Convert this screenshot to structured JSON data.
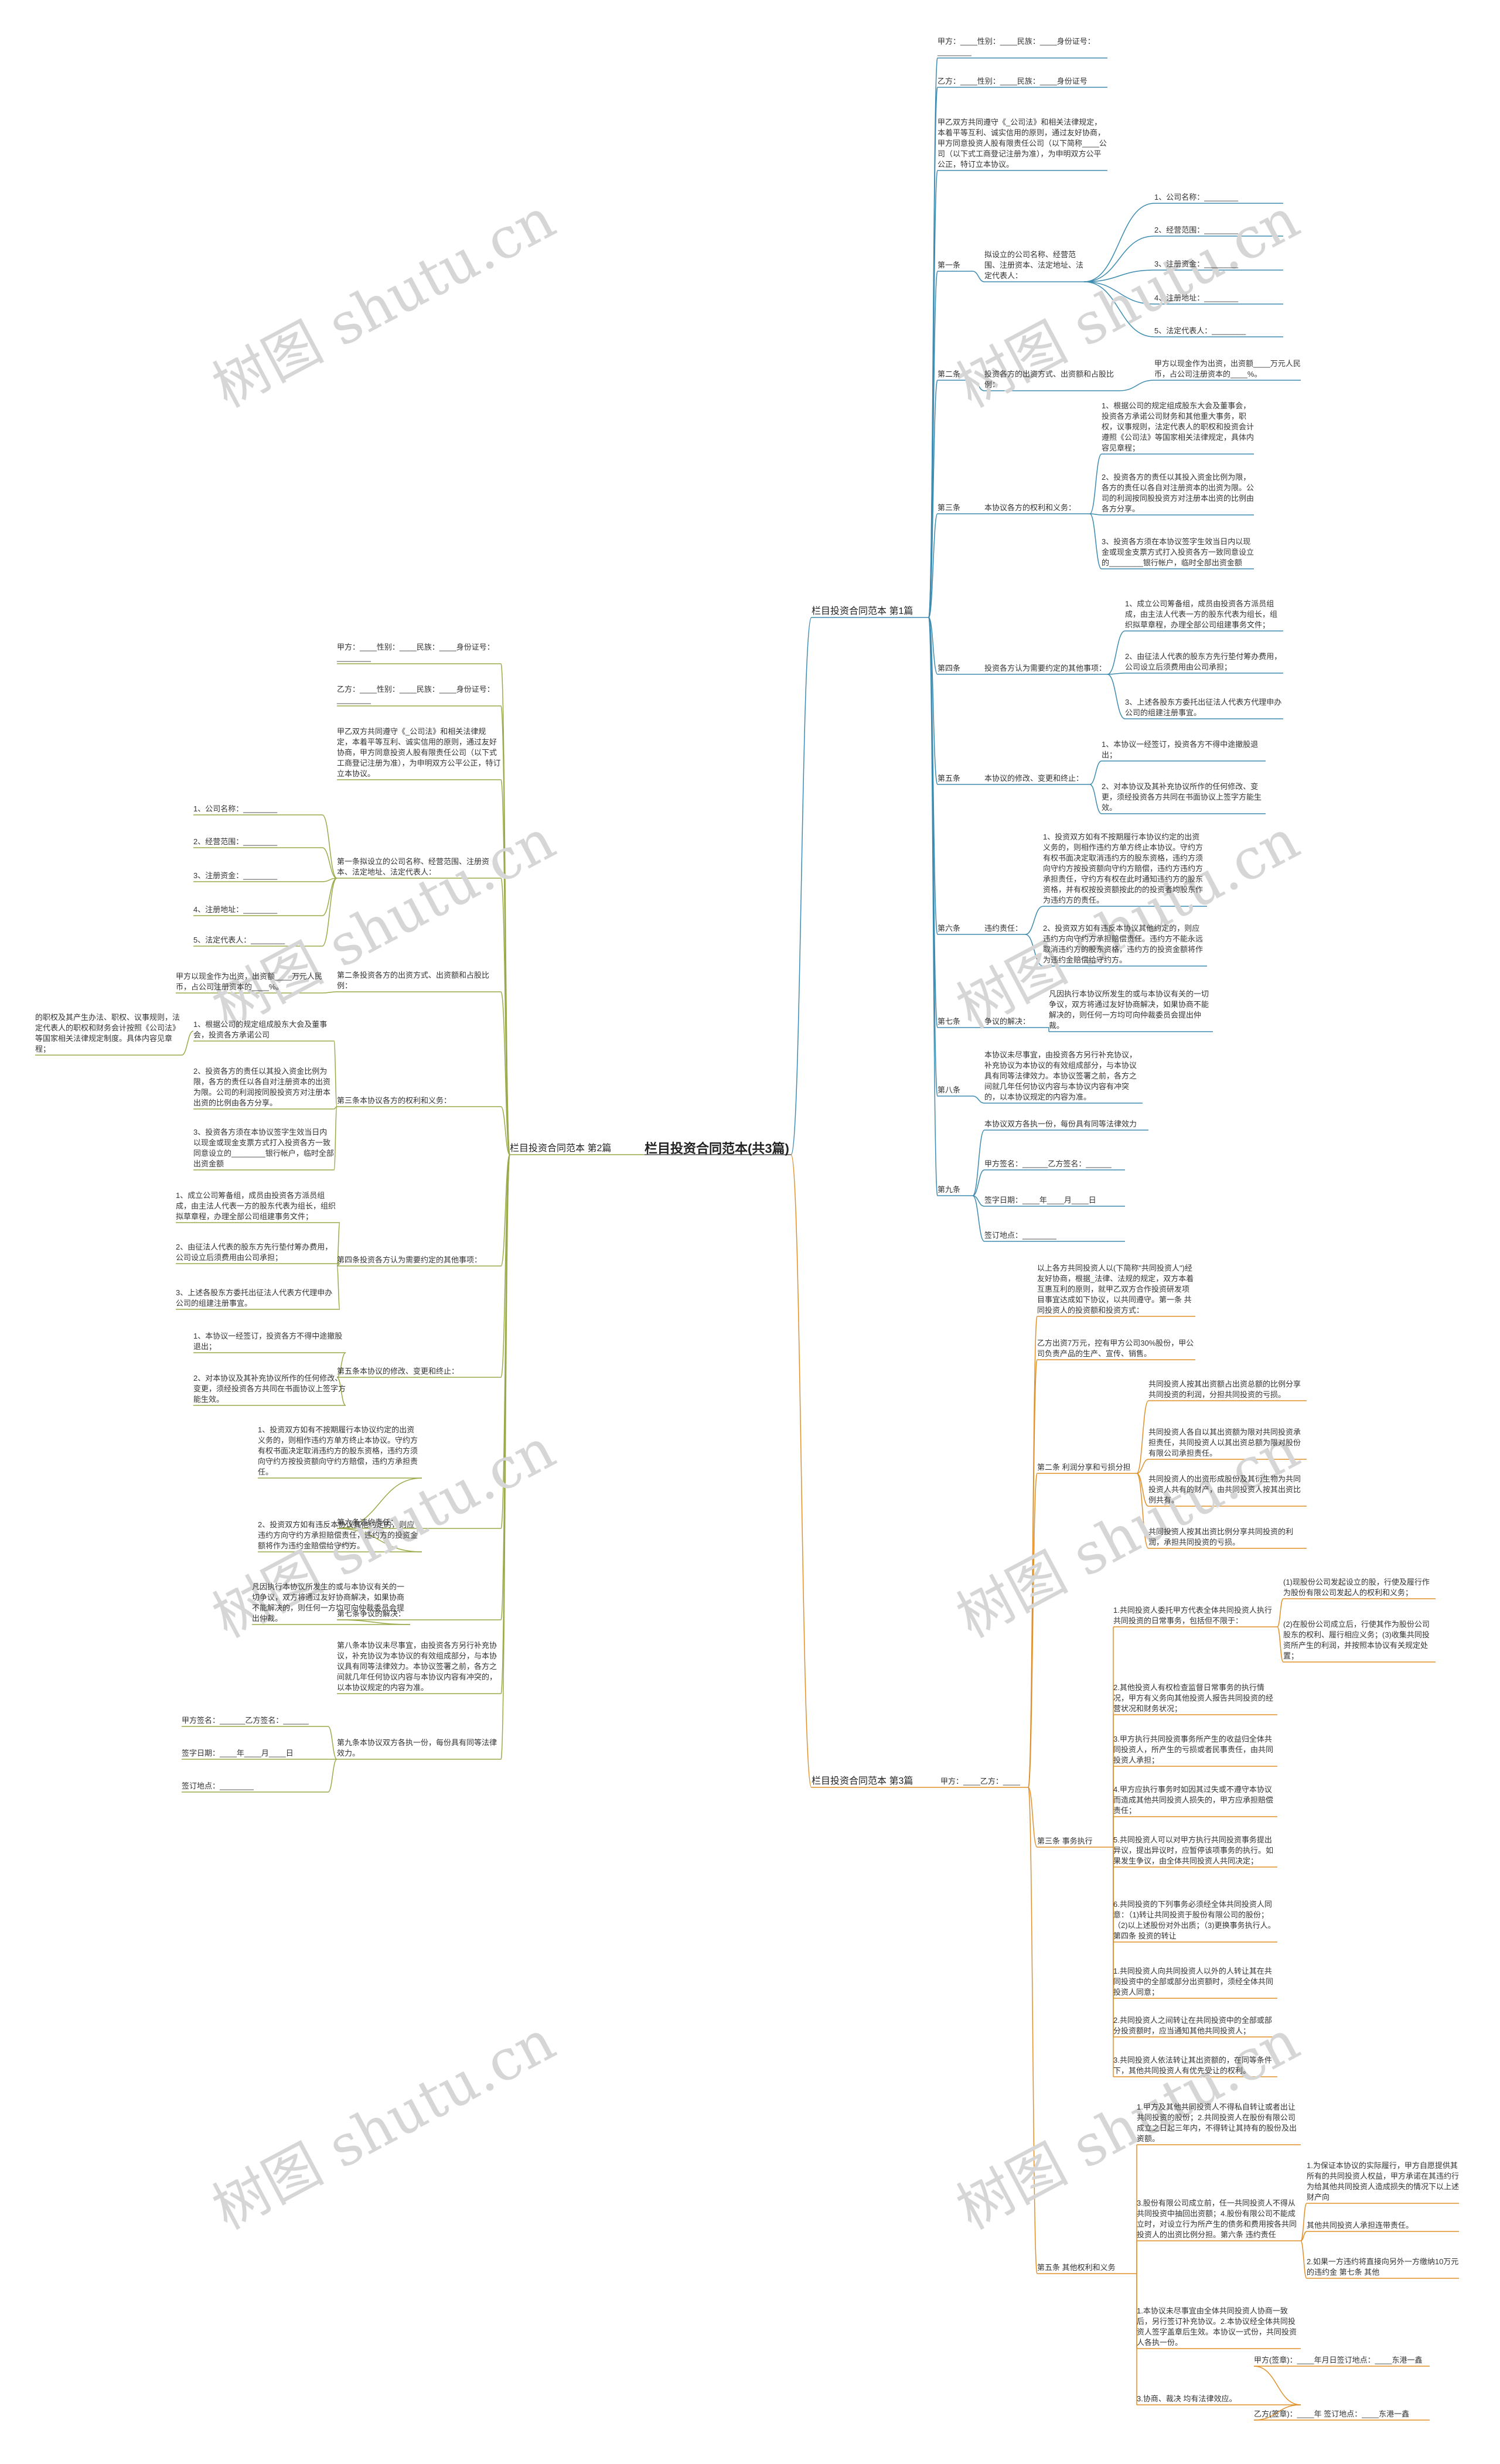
{
  "colors": {
    "branch1": "#3d8bb0",
    "branch2": "#9aaa4a",
    "branch3": "#e0902a",
    "root_line": "#555555"
  },
  "watermark": "树图 shutu.cn",
  "root": "栏目投资合同范本(共3篇)",
  "branches": {
    "b1": {
      "label": "栏目投资合同范本 第1篇",
      "party_a": "甲方：____性别：____民族：____身份证号：________",
      "party_b": "乙方：____性别：____民族：____身份证号",
      "preamble": "甲乙双方共同遵守《_公司法》和相关法律规定，本着平等互利、诚实信用的原则，通过友好协商，甲方同意投资人股有限责任公司（以下简称____公司（以下式工商登记注册为准），为申明双方公平公正，特订立本协议。",
      "a1": {
        "label": "第一条",
        "text": "拟设立的公司名称、经营范围、注册资本、法定地址、法定代表人：",
        "items": [
          "1、公司名称：________",
          "2、经营范围：________",
          "3、注册资金：________",
          "4、注册地址：________",
          "5、法定代表人：________"
        ]
      },
      "a2": {
        "label": "第二条",
        "text": "投资各方的出资方式、出资额和占股比例：",
        "detail": "甲方以现金作为出资，出资额____万元人民币，占公司注册资本的____%。"
      },
      "a3": {
        "label": "第三条",
        "text": "本协议各方的权利和义务：",
        "items": [
          "1、根据公司的规定组成股东大会及董事会，投资各方承诺公司财务和其他重大事务，职权，议事规则，法定代表人的职权和投资会计遵照《公司法》等国家相关法律规定，具体内容见章程；",
          "2、投资各方的责任以其投入资金比例为限，各方的责任以各自对注册资本的出资为限。公司的利润按同股投资方对注册本出资的比例由各方分享。",
          "3、投资各方须在本协议签字生效当日内以现金或现金支票方式打入投资各方一致同意设立的________银行帐户，临时全部出资金额"
        ]
      },
      "a4": {
        "label": "第四条",
        "text": "投资各方认为需要约定的其他事项：",
        "items": [
          "1、成立公司筹备组，成员由投资各方派员组成，由主法人代表一方的股东代表为组长，组织拟草章程，办理全部公司组建事务文件；",
          "2、由征法人代表的股东方先行垫付筹办费用，公司设立后须费用由公司承担；",
          "3、上述各股东方委托出征法人代表方代理申办公司的组建注册事宜。"
        ]
      },
      "a5": {
        "label": "第五条",
        "text": "本协议的修改、变更和终止：",
        "items": [
          "1、本协议一经签订，投资各方不得中途撤股退出；",
          "2、对本协议及其补充协议所作的任何修改、变更，须经投资各方共同在书面协议上签字方能生效。"
        ]
      },
      "a6": {
        "label": "第六条",
        "text": "违约责任：",
        "items": [
          "1、投资双方如有不按期履行本协议约定的出资义务的，则相作违约方单方终止本协议。守约方有权书面决定取消违约方的股东资格，违约方须向守约方按投资额向守约方赔偿，违约方违约方承担责任，守约方有权在此时通知违约方的股东资格，并有权按投资额按此的的投资者均股东作为违约方的责任。",
          "2、投资双方如有违反本协议其他约定的，则应违约方向守约方承担赔偿责任。违约方不能永远取消违约方的股东资格，违约方的投资金额将作为违约金赔偿给守约方。"
        ]
      },
      "a7": {
        "label": "第七条",
        "text": "争议的解决：",
        "detail": "凡因执行本协议所发生的或与本协议有关的一切争议，双方将通过友好协商解决，如果协商不能解决的，则任何一方均可向仲裁委员会提出仲裁。"
      },
      "a8": {
        "label": "第八条",
        "text": "本协议未尽事宜，由投资各方另行补充协议，补充协议为本协议的有效组成部分，与本协议具有同等法律效力。本协议签署之前，各方之间就几年任何协议内容与本协议内容有冲突的，以本协议规定的内容为准。"
      },
      "a9": {
        "label": "第九条",
        "text": "本协议双方各执一份，每份具有同等法律效力",
        "items": [
          "甲方签名：______乙方签名：______",
          "签字日期：____年____月____日",
          "签订地点：________"
        ]
      }
    },
    "b2": {
      "label": "栏目投资合同范本 第2篇",
      "party_a": "甲方：____性别：____民族：____身份证号：________",
      "party_b": "乙方：____性别：____民族：____身份证号：________",
      "preamble": "甲乙双方共同遵守《_公司法》和相关法律规定，本着平等互利、诚实信用的原则，通过友好协商，甲方同意投资人股有限责任公司（以下式工商登记注册为准），为申明双方公平公正，特订立本协议。",
      "a1": {
        "text": "第一条拟设立的公司名称、经营范围、注册资本、法定地址、法定代表人：",
        "items": [
          "1、公司名称：________",
          "2、经营范围：________",
          "3、注册资金：________",
          "4、注册地址：________",
          "5、法定代表人：________"
        ]
      },
      "a2": {
        "text": "第二条投资各方的出资方式、出资额和占股比例：",
        "detail": "甲方以现金作为出资，出资额____万元人民币，占公司注册资本的____%。"
      },
      "a3": {
        "text": "第三条本协议各方的权利和义务：",
        "items": [
          "1、根据公司的规定组成股东大会及董事会，投资各方承诺公司",
          "2、投资各方的责任以其投入资金比例为限，各方的责任以各自对注册资本的出资为限。公司的利润按同股投资方对注册本出资的比例由各方分享。",
          "3、投资各方须在本协议签字生效当日内以现金或现金支票方式打入投资各方一致同意设立的________银行帐户，临时全部出资金额"
        ],
        "far": "的职权及其产生办法、职权、议事规则，法定代表人的职权和财务会计按照《公司法》等国家相关法律规定制度。具体内容见章程；"
      },
      "a4": {
        "text": "第四条投资各方认为需要约定的其他事项：",
        "items": [
          "1、成立公司筹备组，成员由投资各方派员组成，由主法人代表一方的股东代表为组长，组织拟草章程，办理全部公司组建事务文件；",
          "2、由征法人代表的股东方先行垫付筹办费用，公司设立后须费用由公司承担；",
          "3、上述各股东方委托出征法人代表方代理申办公司的组建注册事宜。"
        ]
      },
      "a5": {
        "text": "第五条本协议的修改、变更和终止：",
        "items": [
          "1、本协议一经签订，投资各方不得中途撤股退出；",
          "2、对本协议及其补充协议所作的任何修改、变更，须经投资各方共同在书面协议上签字方能生效。"
        ]
      },
      "a6": {
        "text": "第六条违约责任：",
        "items": [
          "1、投资双方如有不按期履行本协议约定的出资义务的，则相作违约方单方终止本协议。守约方有权书面决定取消违约方的股东资格，违约方须向守约方按投资额向守约方赔偿，违约方承担责任。",
          "2、投资双方如有违反本协议其他约定的，则应违约方向守约方承担赔偿责任，违约方的投资金额将作为违约金赔偿给守约方。"
        ]
      },
      "a7": {
        "text": "第七条争议的解决：",
        "detail": "凡因执行本协议所发生的或与本协议有关的一切争议，双方将通过友好协商解决，如果协商不能解决的，则任何一方均可向仲裁委员会提出仲裁。"
      },
      "a8": {
        "text": "第八条本协议未尽事宜，由投资各方另行补充协议，补充协议为本协议的有效组成部分，与本协议具有同等法律效力。本协议签署之前，各方之间就几年任何协议内容与本协议内容有冲突的，以本协议规定的内容为准。"
      },
      "a9": {
        "text": "第九条本协议双方各执一份，每份具有同等法律效力。",
        "items": [
          "甲方签名：______乙方签名：______",
          "签字日期：____年____月____日",
          "签订地点：________"
        ]
      }
    },
    "b3": {
      "label": "栏目投资合同范本 第3篇",
      "party": "甲方：____乙方：____",
      "intro1": "以上各方共同投资人以(下简称\"共同投资人\")经友好协商，根据_法律、法规的规定，双方本着互惠互利的原则，就甲乙双方合作投资研发项目事宜达成如下协议，以共同遵守。第一条 共同投资人的投资额和投资方式：",
      "intro2": "乙方出资7万元，控有甲方公司30%股份，甲公司负责产品的生产、宣传、销售。",
      "s2": {
        "label": "第二条 利润分享和亏损分担",
        "items": [
          "共同投资人按其出资额占出资总额的比例分享共同投资的利润，分担共同投资的亏损。",
          "共同投资人各自以其出资额为限对共同投资承担责任，共同投资人以其出资总额为限对股份有限公司承担责任。",
          "共同投资人的出资形成股份及其衍生物为共同投资人共有的财产，由共同投资人按其出资比例共有。",
          "共同投资人按其出资比例分享共同投资的利润，承担共同投资的亏损。"
        ]
      },
      "s3": {
        "label": "第三条 事务执行",
        "items": [
          "1.共同投资人委托甲方代表全体共同投资人执行共同投资的日常事务，包括但不限于：",
          "2.其他投资人有权检查监督日常事务的执行情况，甲方有义务向其他投资人报告共同投资的经营状况和财务状况；",
          "3.甲方执行共同投资事务所产生的收益归全体共同投资人，所产生的亏损或者民事责任，由共同投资人承担；",
          "4.甲方应执行事务时如因其过失或不遵守本协议而造成其他共同投资人损失的，甲方应承担赔偿责任；",
          "5.共同投资人可以对甲方执行共同投资事务提出异议，提出异议时，应暂停该项事务的执行。如果发生争议，由全体共同投资人共同决定；",
          "6.共同投资的下列事务必须经全体共同投资人同意：（1)转让共同投资于股份有限公司的股份；（2)以上述股份对外出质；（3)更换事务执行人。第四条 投资的转让",
          "1.共同投资人向共同投资人以外的人转让其在共同投资中的全部或部分出资额时，须经全体共同投资人同意；",
          "2.共同投资人之间转让在共同投资中的全部或部分投资额时，应当通知其他共同投资人；",
          "3.共同投资人依法转让其出资额的，在同等条件下，其他共同投资人有优先受让的权利。"
        ],
        "sub": [
          "(1)现股份公司发起设立的股，行使及履行作为股份有限公司发起人的权利和义务；",
          "(2)在股份公司成立后，行使其作为股份公司股东的权利、履行相应义务；(3)收集共同投资所产生的利润，并按照本协议有关规定处置；"
        ]
      },
      "s5": {
        "label": "第五条 其他权利和义务",
        "items": [
          "1.甲方及其他共同投资人不得私自转让或者出让共同投资的股份；2.共同投资人在股份有限公司成立之日起三年内，不得转让其持有的股份及出资额。",
          "3.股份有限公司成立前，任一共同投资人不得从共同投资中抽回出资额；4.股份有限公司不能成立时，对设立行为所产生的债务和费用按各共同投资人的出资比例分担。第六条 违约责任",
          "1.本协议未尽事宜由全体共同投资人协商一致后，另行签订补充协议。2.本协议经全体共同投资人签字盖章后生效。本协议一式份，共同投资人各执一份。",
          "3.协商、裁决 均有法律效应。"
        ],
        "sub": [
          "1.为保证本协议的实际履行，甲方自愿提供其所有的共同投资人权益，甲方承诺在其违约行为给其他共同投资人造成损失的情况下以上述财产向",
          "其他共同投资人承担连带责任。",
          "2.如果一方违约将直接向另外一方缴纳10万元的违约金 第七条 其他"
        ],
        "sign": [
          "甲方(签章)：____年月日签订地点：____东港一鑫",
          "乙方(签章)：____年 签订地点：____东港一鑫"
        ]
      }
    }
  }
}
